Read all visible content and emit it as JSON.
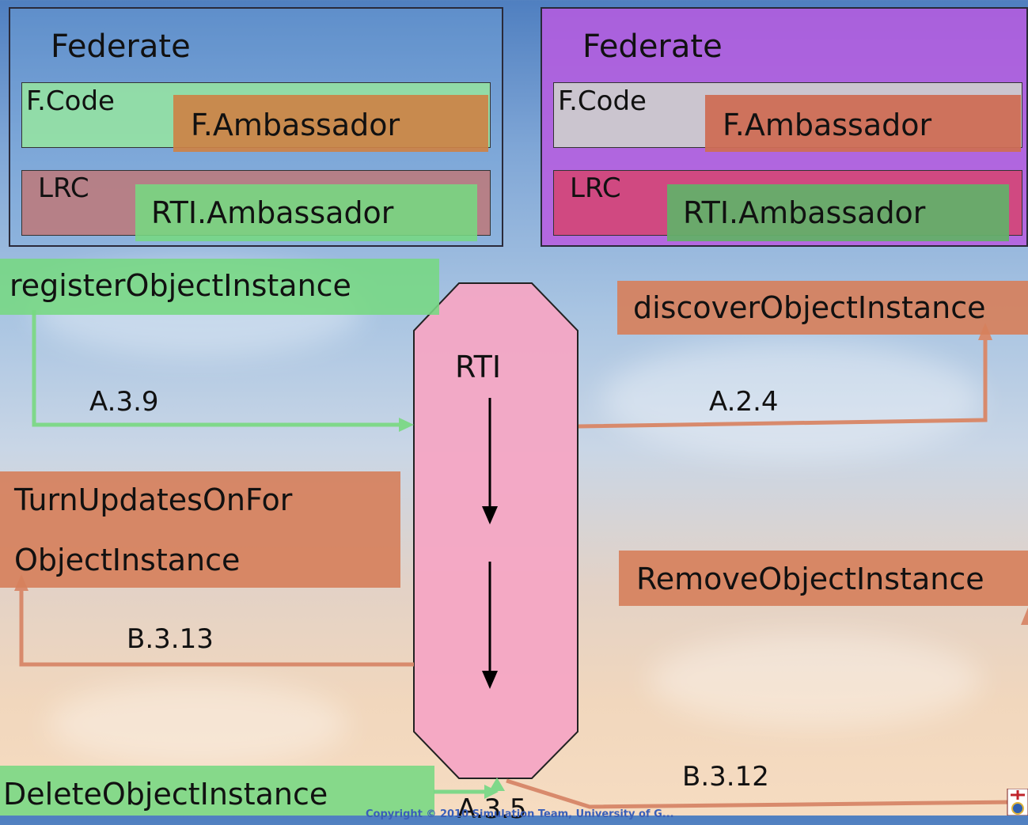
{
  "federate_left": {
    "title": "Federate",
    "code_label": "F.Code",
    "ambassador_label": "F.Ambassador",
    "lrc_label": "LRC",
    "rti_ambassador_label": "RTI.Ambassador"
  },
  "federate_right": {
    "title": "Federate",
    "code_label": "F.Code",
    "ambassador_label": "F.Ambassador",
    "lrc_label": "LRC",
    "rti_ambassador_label": "RTI.Ambassador"
  },
  "rti": {
    "label": "RTI"
  },
  "services": {
    "register": "registerObjectInstance",
    "discover": "discoverObjectInstance",
    "turn_updates_line1": "TurnUpdatesOnFor",
    "turn_updates_line2": "ObjectInstance",
    "remove": "RemoveObjectInstance",
    "delete": "DeleteObjectInstance"
  },
  "refs": {
    "a39": "A.3.9",
    "a24": "A.2.4",
    "b313": "B.3.13",
    "b312": "B.3.12",
    "a35": "A.3.5"
  },
  "footer": {
    "copyright": "Copyright © 2010 Simulation Team, University of G..."
  },
  "colors": {
    "green_arrow": "#7fd88a",
    "orange_arrow": "#d88a6c",
    "rti_fill": "#f4a6c4",
    "right_federate_bg": "#b85ae0"
  }
}
